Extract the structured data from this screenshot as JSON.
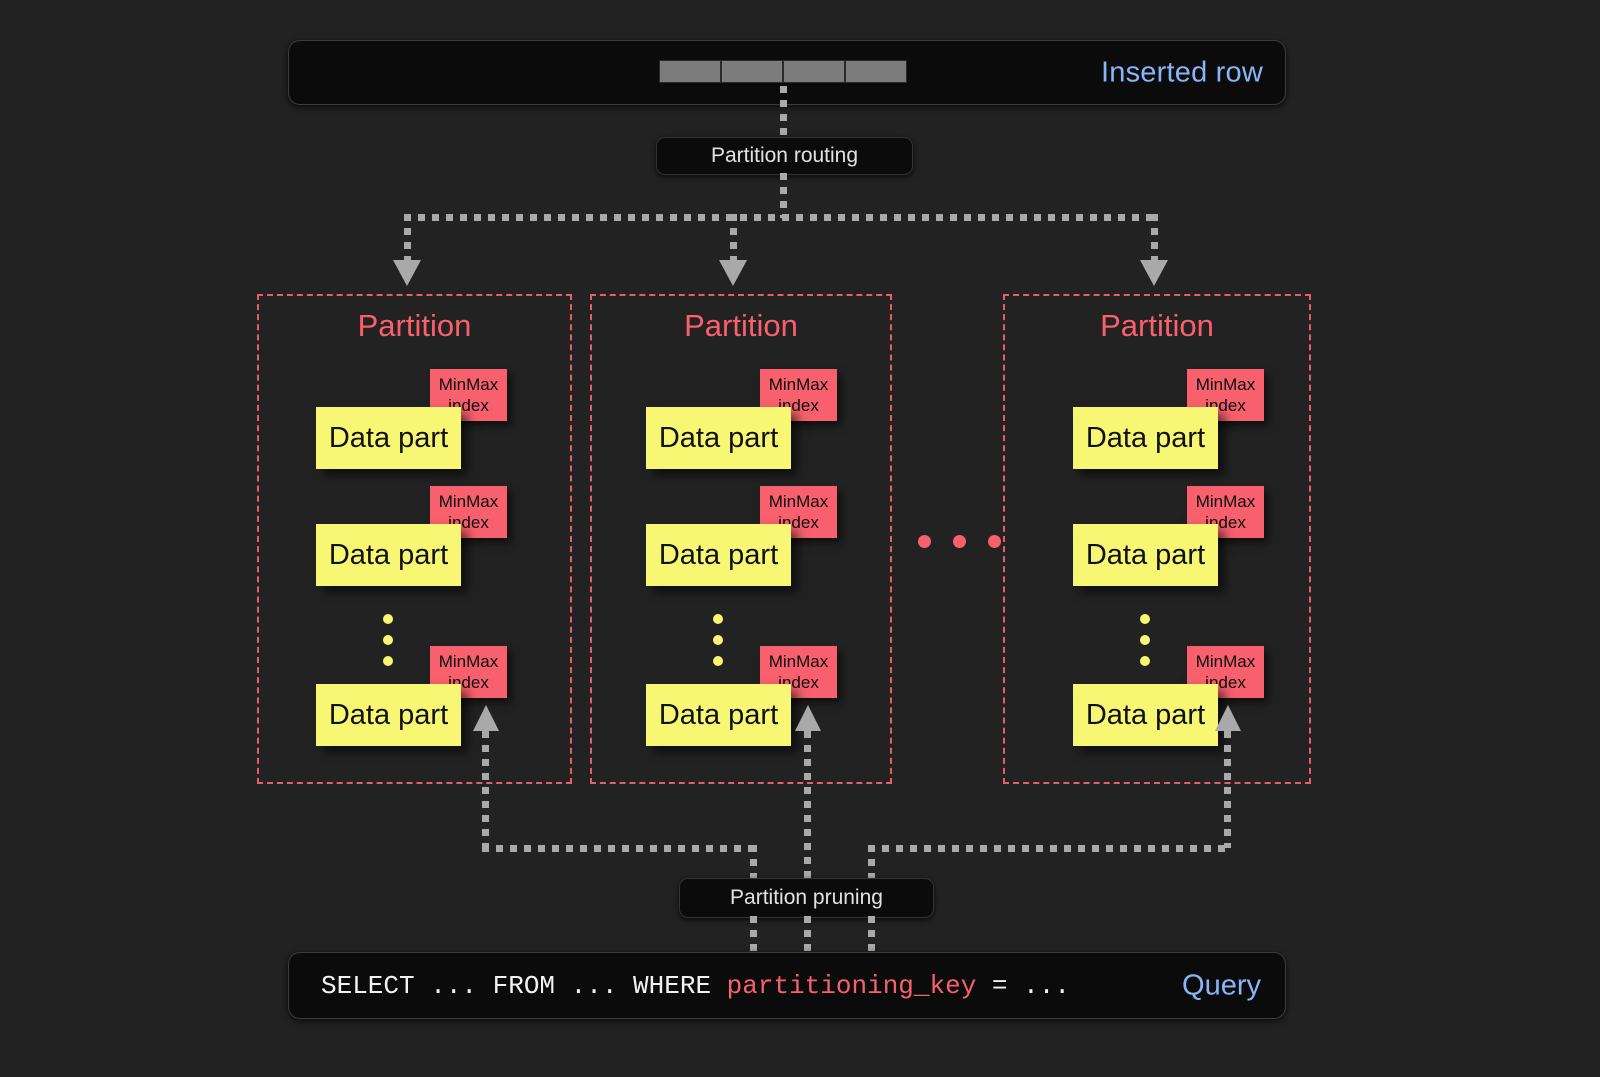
{
  "diagram": {
    "background_color": "#222222",
    "accent_blue": "#8ab4f8",
    "accent_red": "#f7606c",
    "accent_yellow": "#f7f774",
    "line_gray": "#a9a9a9"
  },
  "inserted_row": {
    "label": "Inserted row",
    "cell_count": 4,
    "cells": [
      "",
      "",
      "",
      ""
    ]
  },
  "routing": {
    "label": "Partition routing"
  },
  "partitions": [
    {
      "title": "Partition",
      "parts": [
        {
          "data_label": "Data part",
          "index_line1": "MinMax",
          "index_line2": "index"
        },
        {
          "data_label": "Data part",
          "index_line1": "MinMax",
          "index_line2": "index"
        },
        {
          "data_label": "Data part",
          "index_line1": "MinMax",
          "index_line2": "index"
        }
      ],
      "vertical_ellipsis_dots": 3
    },
    {
      "title": "Partition",
      "parts": [
        {
          "data_label": "Data part",
          "index_line1": "MinMax",
          "index_line2": "index"
        },
        {
          "data_label": "Data part",
          "index_line1": "MinMax",
          "index_line2": "index"
        },
        {
          "data_label": "Data part",
          "index_line1": "MinMax",
          "index_line2": "index"
        }
      ],
      "vertical_ellipsis_dots": 3
    },
    {
      "title": "Partition",
      "parts": [
        {
          "data_label": "Data part",
          "index_line1": "MinMax",
          "index_line2": "index"
        },
        {
          "data_label": "Data part",
          "index_line1": "MinMax",
          "index_line2": "index"
        },
        {
          "data_label": "Data part",
          "index_line1": "MinMax",
          "index_line2": "index"
        }
      ],
      "vertical_ellipsis_dots": 3
    }
  ],
  "between_partitions_ellipsis_dots": 3,
  "pruning": {
    "label": "Partition pruning"
  },
  "query": {
    "label": "Query",
    "prefix": "SELECT ... FROM ... WHERE ",
    "key": "partitioning_key",
    "suffix": " = ..."
  }
}
